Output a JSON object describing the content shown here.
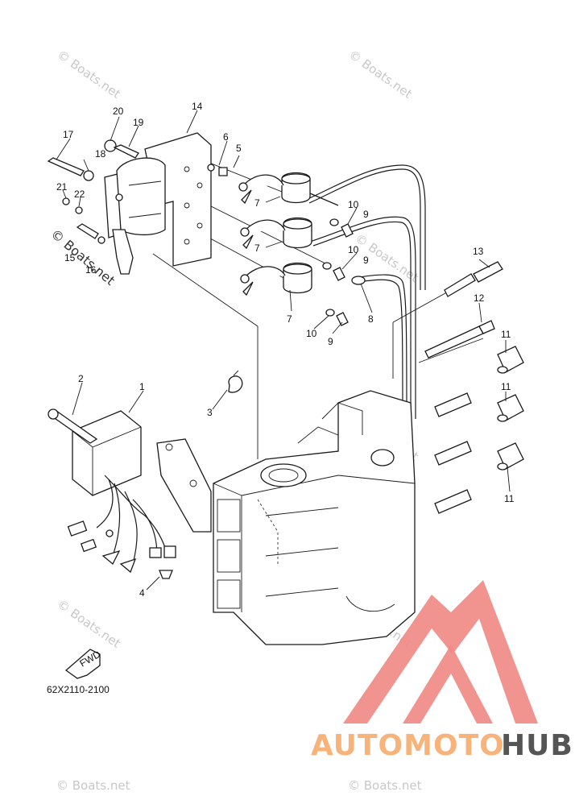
{
  "diagram": {
    "part_code": "62X2110-2100",
    "fwd_label": "FWD",
    "watermark": "© Boats.net",
    "watermark_short": "Boats.net",
    "brand": {
      "part1": "AUTOMOTO",
      "part2": "HUB",
      "color1": "#f7b37a",
      "color2": "#555555",
      "logo_color": "#f08a85"
    },
    "callouts": {
      "n1": "1",
      "n2": "2",
      "n3": "3",
      "n4": "4",
      "n5": "5",
      "n6": "6",
      "n7a": "7",
      "n7b": "7",
      "n7c": "7",
      "n8": "8",
      "n9a": "9",
      "n9b": "9",
      "n9c": "9",
      "n10a": "10",
      "n10b": "10",
      "n10c": "10",
      "n11a": "11",
      "n11b": "11",
      "n11c": "11",
      "n12": "12",
      "n13": "13",
      "n14": "14",
      "n15": "15",
      "n16": "16",
      "n17": "17",
      "n18": "18",
      "n19": "19",
      "n20": "20",
      "n21": "21",
      "n22": "22"
    }
  }
}
